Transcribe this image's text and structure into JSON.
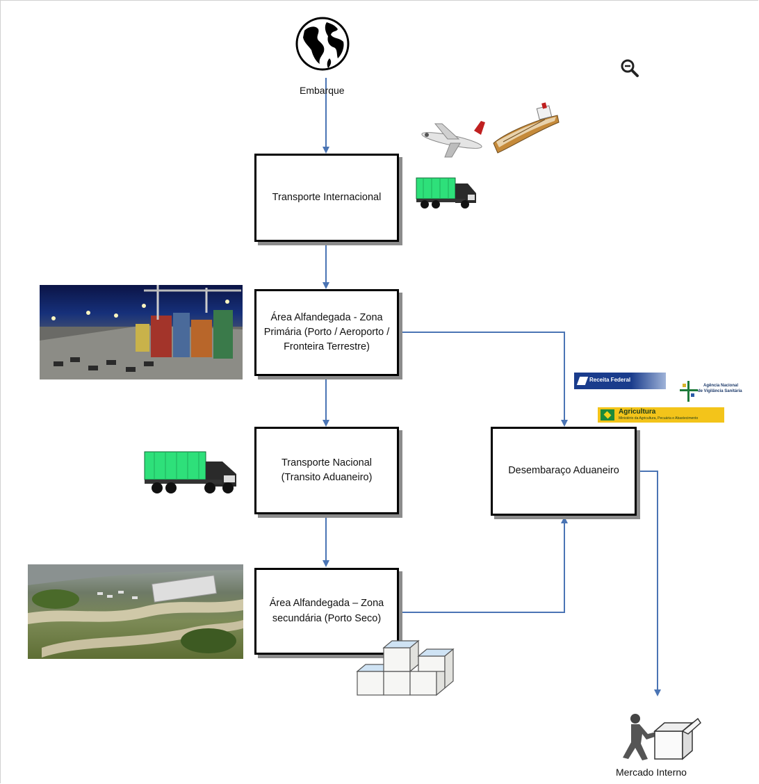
{
  "labels": {
    "start": "Embarque",
    "end": "Mercado Interno"
  },
  "boxes": {
    "transporte_internacional": "Transporte Internacional",
    "zona_primaria": "Área Alfandegada - Zona Primária (Porto / Aeroporto / Fronteira Terrestre)",
    "transporte_nacional": "Transporte Nacional (Transito Aduaneiro)",
    "zona_secundaria": "Área Alfandegada – Zona secundária (Porto Seco)",
    "desembaraco": "Desembaraço Aduaneiro"
  },
  "logos": {
    "receita": "Receita Federal",
    "anvisa_line1": "Agência Nacional",
    "anvisa_line2": "de Vigilância Sanitária",
    "agricultura_title": "Agricultura",
    "agricultura_sub": "Ministério da Agricultura, Pecuária e Abastecimento"
  },
  "colors": {
    "arrow": "#4a74b4",
    "truck_green": "#2ee07a",
    "logo_yellow": "#f3c41a",
    "receita_blue": "#1a3c8c"
  },
  "icons": {
    "zoom": "magnifier-icon",
    "globe": "globe-icon"
  }
}
